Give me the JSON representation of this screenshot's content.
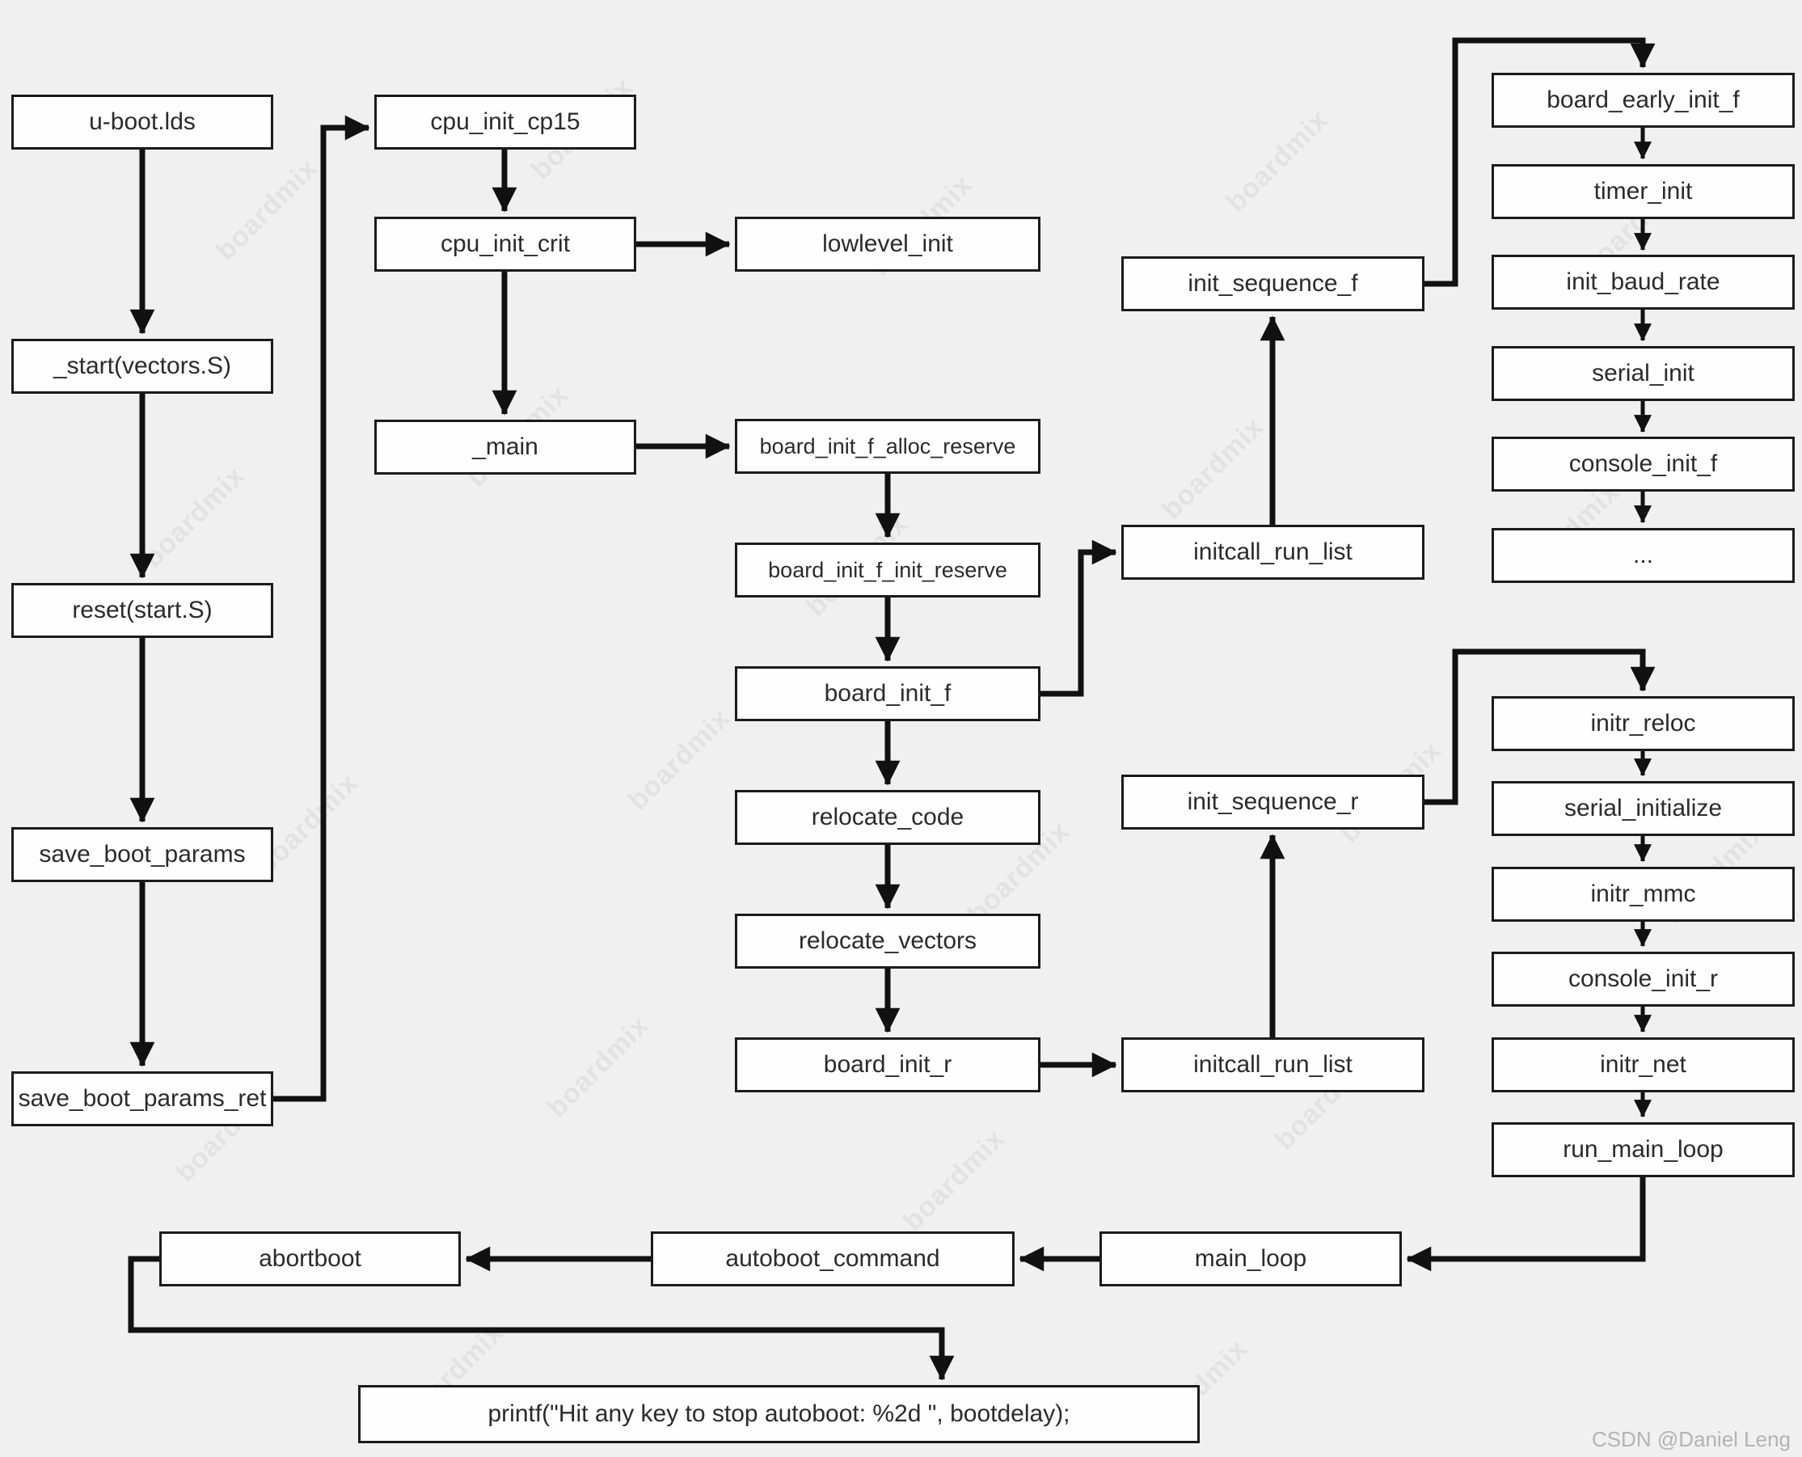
{
  "page": {
    "background": "#f0f0f1",
    "line_color": "#111111",
    "box_border_color": "#1b1b1b",
    "box_fill": "#fefefe",
    "watermark": "boardmix",
    "credit": "CSDN @Daniel Leng"
  },
  "nodes": [
    {
      "id": "u-boot-lds",
      "label": "u-boot.lds"
    },
    {
      "id": "start-vectors",
      "label": "_start(vectors.S)"
    },
    {
      "id": "reset-start",
      "label": "reset(start.S)"
    },
    {
      "id": "save-boot-params",
      "label": "save_boot_params"
    },
    {
      "id": "save-boot-params-ret",
      "label": "save_boot_params_ret"
    },
    {
      "id": "cpu-init-cp15",
      "label": "cpu_init_cp15"
    },
    {
      "id": "cpu-init-crit",
      "label": "cpu_init_crit"
    },
    {
      "id": "main",
      "label": "_main"
    },
    {
      "id": "lowlevel-init",
      "label": "lowlevel_init"
    },
    {
      "id": "board-init-f-alloc-reserve",
      "label": "board_init_f_alloc_reserve"
    },
    {
      "id": "board-init-f-init-reserve",
      "label": "board_init_f_init_reserve"
    },
    {
      "id": "board-init-f",
      "label": "board_init_f"
    },
    {
      "id": "relocate-code",
      "label": "relocate_code"
    },
    {
      "id": "relocate-vectors",
      "label": "relocate_vectors"
    },
    {
      "id": "board-init-r",
      "label": "board_init_r"
    },
    {
      "id": "init-sequence-f",
      "label": "init_sequence_f"
    },
    {
      "id": "initcall-run-list-f",
      "label": "initcall_run_list"
    },
    {
      "id": "init-sequence-r",
      "label": "init_sequence_r"
    },
    {
      "id": "initcall-run-list-r",
      "label": "initcall_run_list"
    },
    {
      "id": "board-early-init-f",
      "label": "board_early_init_f"
    },
    {
      "id": "timer-init",
      "label": "timer_init"
    },
    {
      "id": "init-baud-rate",
      "label": "init_baud_rate"
    },
    {
      "id": "serial-init",
      "label": "serial_init"
    },
    {
      "id": "console-init-f",
      "label": "console_init_f"
    },
    {
      "id": "ellipsis",
      "label": "..."
    },
    {
      "id": "initr-reloc",
      "label": "initr_reloc"
    },
    {
      "id": "serial-initialize",
      "label": "serial_initialize"
    },
    {
      "id": "initr-mmc",
      "label": "initr_mmc"
    },
    {
      "id": "console-init-r",
      "label": "console_init_r"
    },
    {
      "id": "initr-net",
      "label": "initr_net"
    },
    {
      "id": "run-main-loop",
      "label": "run_main_loop"
    },
    {
      "id": "abortboot",
      "label": "abortboot"
    },
    {
      "id": "autoboot-command",
      "label": "autoboot_command"
    },
    {
      "id": "main-loop",
      "label": "main_loop"
    },
    {
      "id": "printf-hit-any-key",
      "label": "printf(\"Hit any key to stop autoboot: %2d \", bootdelay);"
    }
  ]
}
